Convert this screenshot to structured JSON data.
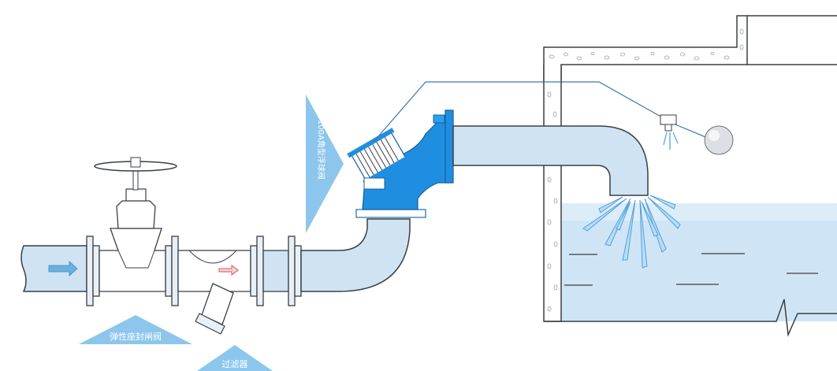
{
  "labels": {
    "gate_valve": "弹性座封闸阀",
    "filter": "过滤器",
    "float_valve": "100A角型浮球阀"
  },
  "colors": {
    "pipe_fill": "#cfe3f3",
    "pipe_stroke": "#3a3f45",
    "valve_blue": "#1f8ee0",
    "label_banner": "#8cc6ec",
    "water": "#dcedf9",
    "flow_arrow": "#6bb0e0",
    "flow_arrow_red": "#e05050"
  },
  "icons": [
    "flow-arrow-icon",
    "handwheel-icon",
    "float-ball-icon",
    "water-splash-icon"
  ]
}
